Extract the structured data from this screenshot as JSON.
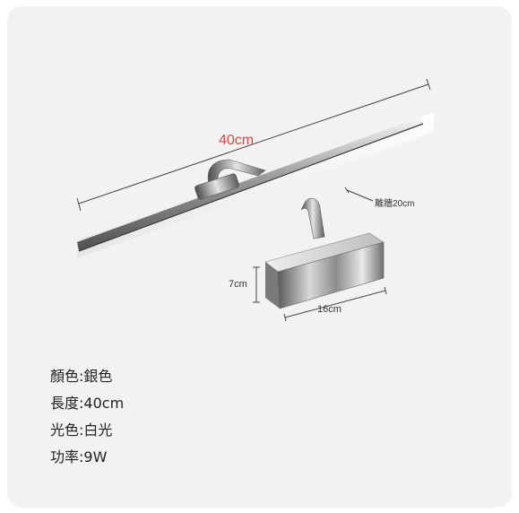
{
  "dimensions": {
    "length": "40cm",
    "wall_distance": "離牆20cm",
    "head_height": "7cm",
    "head_width": "16cm"
  },
  "specs": [
    {
      "label": "顏色:",
      "value": "銀色"
    },
    {
      "label": "長度:",
      "value": "40cm"
    },
    {
      "label": "光色:",
      "value": "白光"
    },
    {
      "label": "功率:",
      "value": "9W"
    }
  ],
  "colors": {
    "card_background": "#f2f2f2",
    "length_label": "#d34a4a",
    "chrome": "#b9b9b9"
  }
}
